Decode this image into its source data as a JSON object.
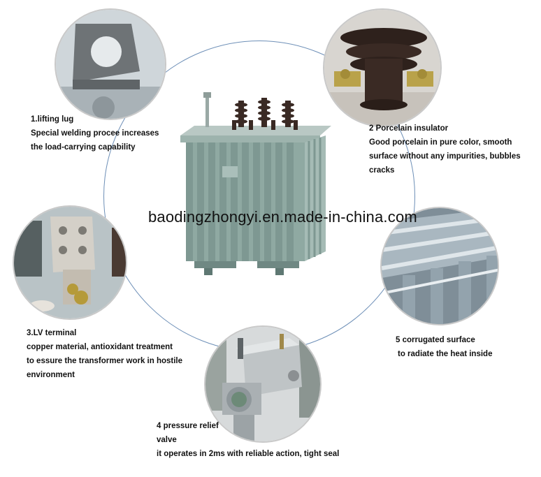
{
  "watermark": "baodingzhongyi.en.made-in-china.com",
  "features": {
    "lifting_lug": {
      "title": "1.lifting lug",
      "lines": [
        "Special welding procee increases",
        "the load-carrying capability"
      ]
    },
    "porcelain_insulator": {
      "title": "2 Porcelain insulator",
      "lines": [
        "Good porcelain in pure color, smooth",
        "surface without any impurities, bubbles",
        "cracks"
      ]
    },
    "lv_terminal": {
      "title": "3.LV terminal",
      "lines": [
        "copper material, antioxidant treatment",
        "to essure the transformer work in hostile",
        "environment"
      ]
    },
    "pressure_relief": {
      "title": "4 pressure relief",
      "lines": [
        "valve",
        "it operates in 2ms with reliable action, tight seal"
      ]
    },
    "corrugated_surface": {
      "title": "5 corrugated surface",
      "lines": [
        "to radiate the heat inside"
      ]
    }
  },
  "colors": {
    "ring": "#6d8fb7",
    "transformer_body": "#8fa9a2",
    "insulator": "#3a2a24",
    "text": "#111111"
  }
}
